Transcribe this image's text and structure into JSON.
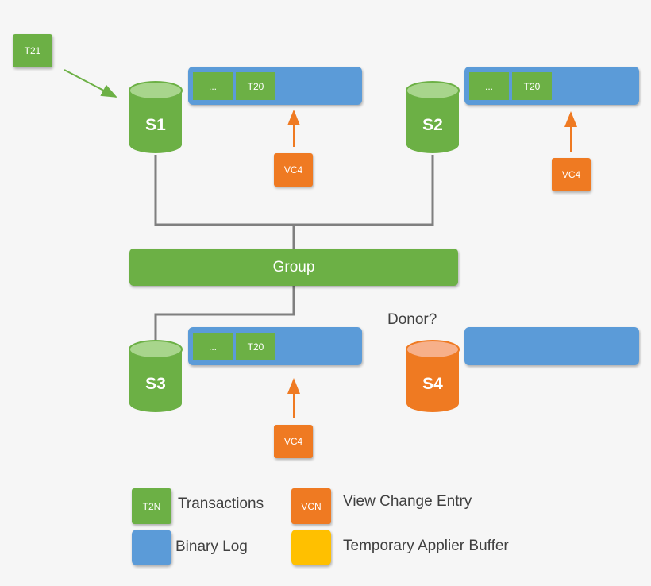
{
  "incoming": {
    "label": "T21"
  },
  "servers": {
    "s1": {
      "name": "S1",
      "log": [
        "...",
        "T20"
      ],
      "view_change": "VC4"
    },
    "s2": {
      "name": "S2",
      "log": [
        "...",
        "T20"
      ],
      "view_change": "VC4"
    },
    "s3": {
      "name": "S3",
      "log": [
        "...",
        "T20"
      ],
      "view_change": "VC4"
    },
    "s4": {
      "name": "S4"
    }
  },
  "group": {
    "label": "Group"
  },
  "donor": {
    "label": "Donor?"
  },
  "legend": {
    "transactions": {
      "swatch": "T2N",
      "label": "Transactions"
    },
    "view_change": {
      "swatch": "VCN",
      "label": "View Change Entry"
    },
    "binary_log": {
      "label": "Binary Log"
    },
    "applier_buffer": {
      "label": "Temporary Applier Buffer"
    }
  },
  "colors": {
    "transaction": "#6cb045",
    "view_change": "#ef7a22",
    "binary_log": "#5b9bd8",
    "applier_buffer": "#ffc000",
    "joining_server": "#ef7a22",
    "wire": "#7f7f7f"
  }
}
